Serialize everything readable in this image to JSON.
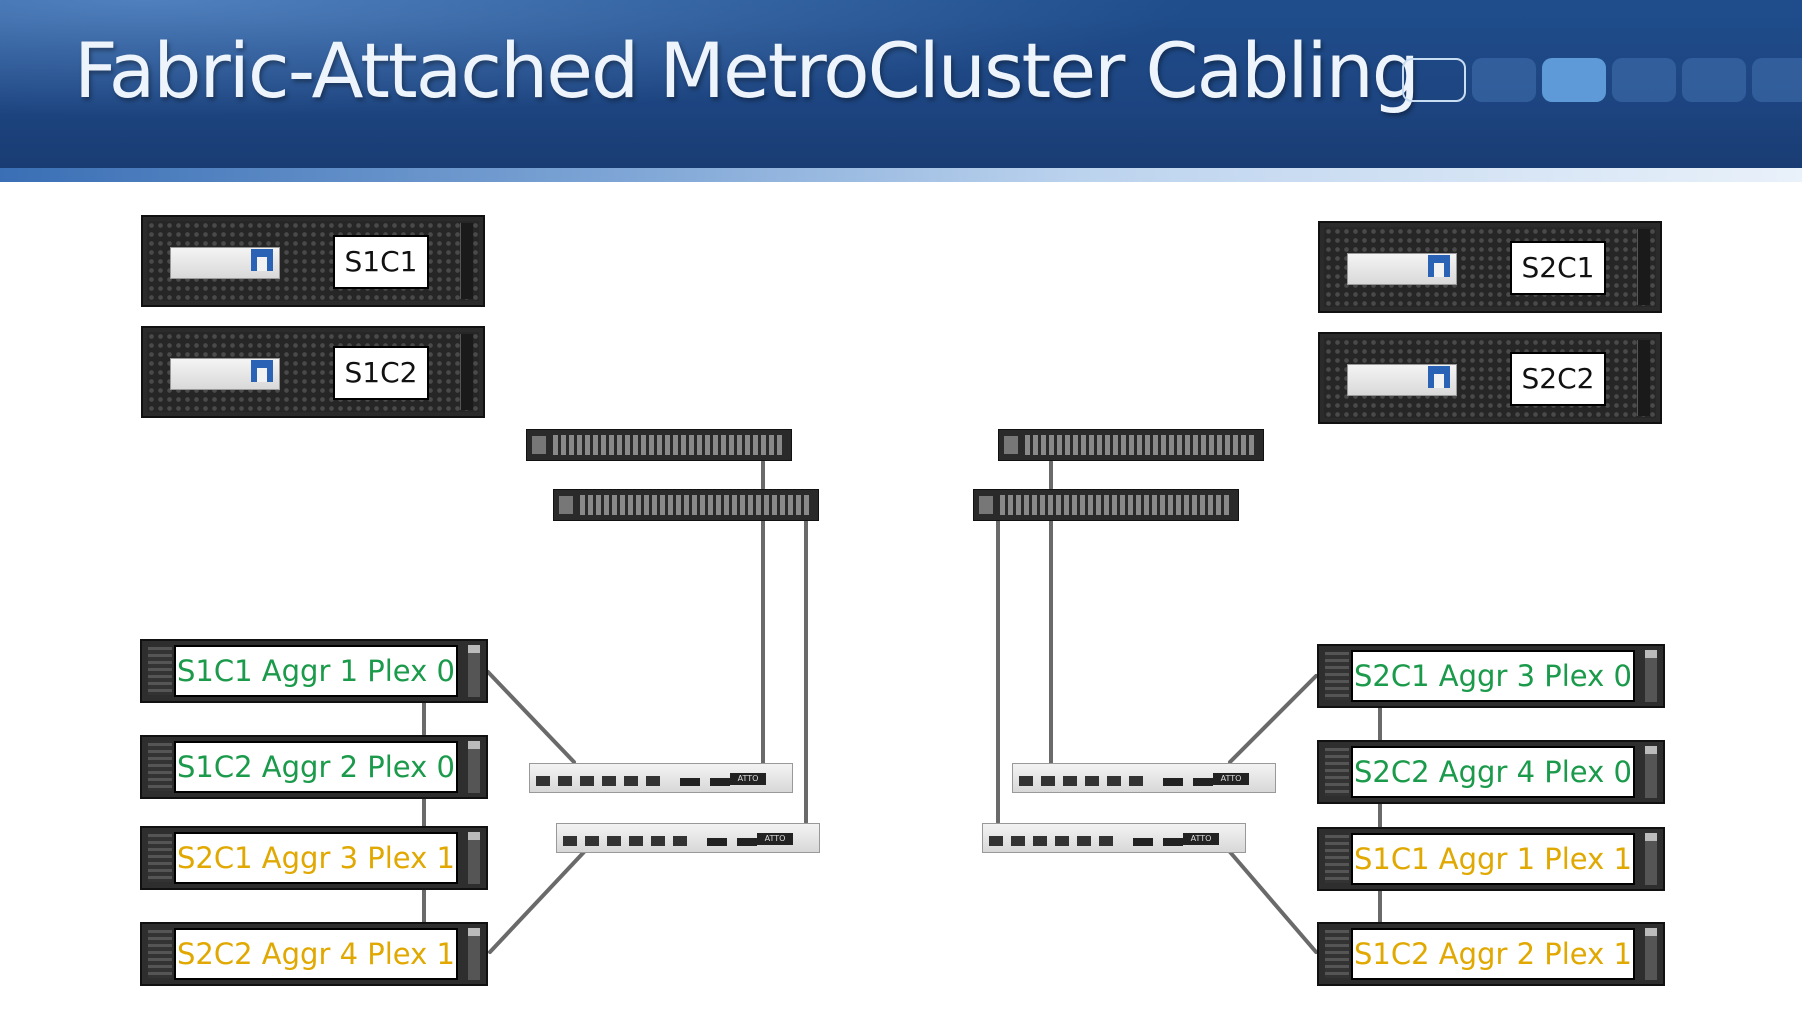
{
  "title": "Fabric-Attached MetroCluster Cabling",
  "controllers": {
    "s1c1": "S1C1",
    "s1c2": "S1C2",
    "s2c1": "S2C1",
    "s2c2": "S2C2"
  },
  "site1_shelves": [
    {
      "label": "S1C1 Aggr 1 Plex 0",
      "color": "#1a9a4a"
    },
    {
      "label": "S1C2 Aggr 2 Plex 0",
      "color": "#1a9a4a"
    },
    {
      "label": "S2C1 Aggr 3 Plex 1",
      "color": "#e0a800"
    },
    {
      "label": "S2C2 Aggr 4 Plex 1",
      "color": "#e0a800"
    }
  ],
  "site2_shelves": [
    {
      "label": "S2C1 Aggr 3 Plex 0",
      "color": "#1a9a4a"
    },
    {
      "label": "S2C2 Aggr 4 Plex 0",
      "color": "#1a9a4a"
    },
    {
      "label": "S1C1 Aggr 1 Plex 1",
      "color": "#e0a800"
    },
    {
      "label": "S1C2 Aggr 2 Plex 1",
      "color": "#e0a800"
    }
  ],
  "bridge_badge": "ATTO",
  "colors": {
    "header": "#1f4d8c",
    "local_plex": "#1a9a4a",
    "remote_plex": "#e0a800",
    "cable": "#6a6a6a"
  }
}
